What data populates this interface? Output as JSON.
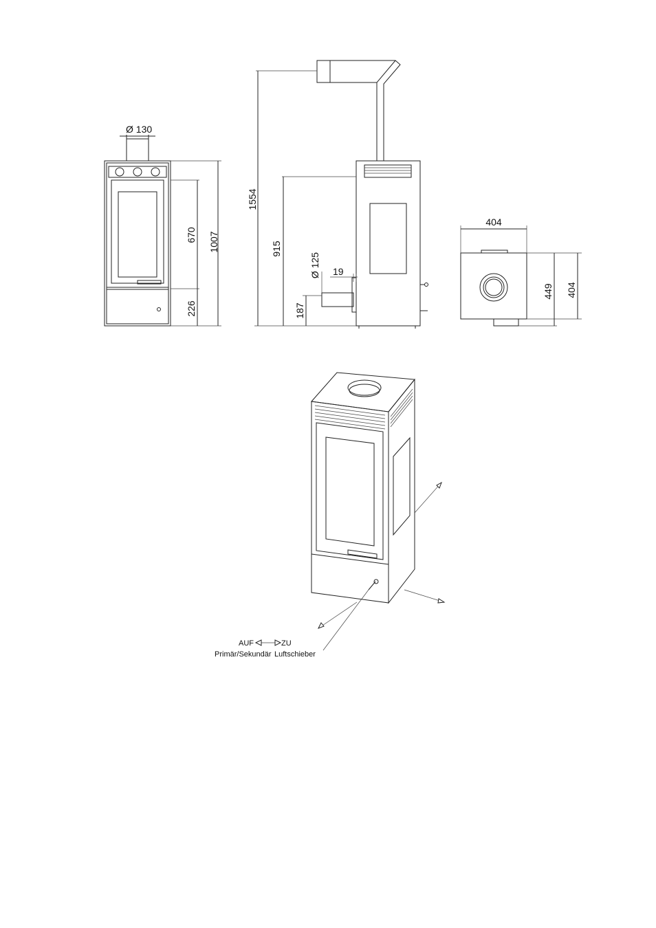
{
  "front_view": {
    "flue_diameter": "Ø 130",
    "height_total": "1007",
    "height_door": "670",
    "height_base": "226"
  },
  "side_view": {
    "height_flue": "1554",
    "height_rear_connection": "915",
    "rear_flue_diameter": "Ø 125",
    "rear_offset": "19",
    "height_air_inlet": "187"
  },
  "top_view": {
    "width": "404",
    "depth_total": "449",
    "depth_body": "404"
  },
  "iso_view": {
    "label_open": "AUF",
    "label_close": "ZU",
    "label_primary_secondary": "Primär/Sekundär",
    "label_air_slider": "Luftschieber"
  }
}
